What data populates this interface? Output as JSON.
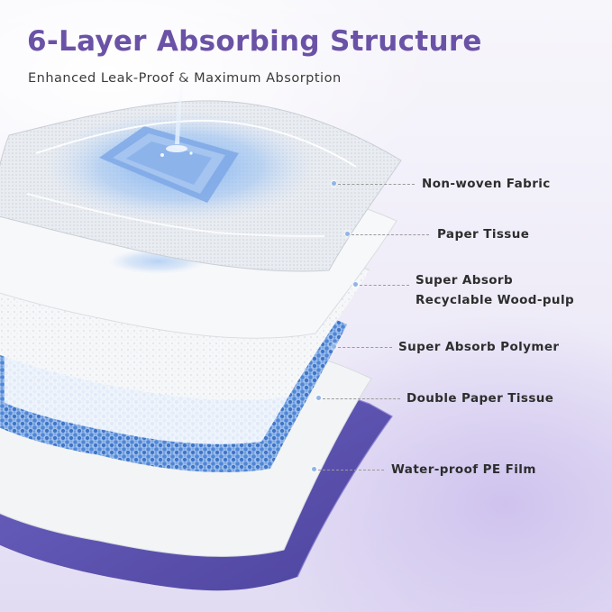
{
  "header": {
    "title": "6-Layer Absorbing Structure",
    "subtitle": "Enhanced Leak-Proof & Maximum Absorption"
  },
  "layers": [
    {
      "id": "nonwoven",
      "label": "Non-woven Fabric"
    },
    {
      "id": "paper",
      "label": "Paper Tissue"
    },
    {
      "id": "woodpulp",
      "label_line1": "Super Absorb",
      "label_line2": "Recyclable Wood-pulp"
    },
    {
      "id": "polymer",
      "label": "Super Absorb Polymer"
    },
    {
      "id": "double-paper",
      "label": "Double Paper Tissue"
    },
    {
      "id": "pe-film",
      "label": "Water-proof PE Film"
    }
  ],
  "colors": {
    "title": "#6a52a6",
    "accent_purple": "#5f53b3",
    "absorb_blue": "#4f86d6",
    "text_dark": "#2d2d2d"
  }
}
